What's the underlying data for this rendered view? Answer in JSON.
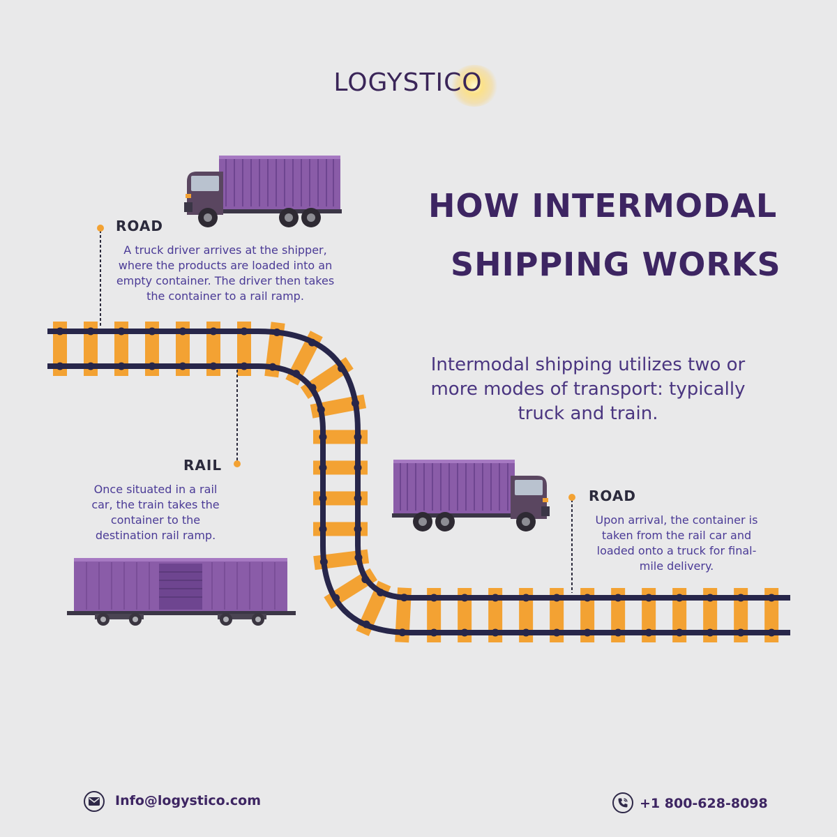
{
  "brand": {
    "name": "LOGYSTICO"
  },
  "title": {
    "line1": "HOW INTERMODAL",
    "line2": "SHIPPING WORKS"
  },
  "intro": "Intermodal shipping utilizes two or more modes of transport: typically truck and train.",
  "steps": [
    {
      "label": "ROAD",
      "description": "A truck driver arrives at the shipper, where the products are loaded into an empty container. The driver then takes the container to a rail ramp."
    },
    {
      "label": "RAIL",
      "description": "Once situated in a rail car, the train takes the container to the destination rail ramp."
    },
    {
      "label": "ROAD",
      "description": "Upon arrival, the container is taken from the rail car and loaded onto a truck for final-mile delivery."
    }
  ],
  "contact": {
    "email": "Info@logystico.com",
    "phone": "+1 800-628-8098"
  },
  "icons": {
    "email": "email-icon",
    "phone": "phone-icon"
  },
  "colors": {
    "background": "#e9e9ea",
    "primary": "#3d2562",
    "accent": "#f3a233",
    "rail": "#27264a",
    "container": "#8a5ca8"
  }
}
